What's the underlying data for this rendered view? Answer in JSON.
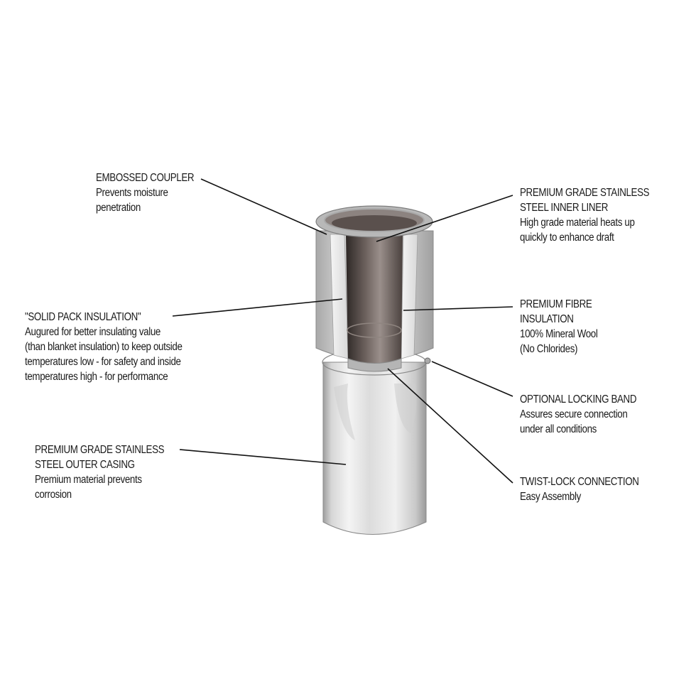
{
  "callouts": {
    "embossed_coupler": {
      "title": "EMBOSSED COUPLER",
      "desc": [
        "Prevents moisture",
        "penetration"
      ]
    },
    "inner_liner": {
      "title": [
        "PREMIUM GRADE STAINLESS",
        "STEEL INNER LINER"
      ],
      "desc": [
        "High grade material heats up",
        "quickly to enhance draft"
      ]
    },
    "solid_pack": {
      "title": "\"SOLID PACK INSULATION\"",
      "desc": [
        "Augured for better insulating value",
        "(than blanket insulation) to keep outside",
        "temperatures low - for safety and inside",
        "temperatures high - for performance"
      ]
    },
    "fibre_insulation": {
      "title": [
        "PREMIUM FIBRE",
        "INSULATION"
      ],
      "desc": [
        "100% Mineral Wool",
        "(No Chlorides)"
      ]
    },
    "locking_band": {
      "title": "OPTIONAL LOCKING BAND",
      "desc": [
        "Assures secure connection",
        "under all conditions"
      ]
    },
    "twist_lock": {
      "title": "TWIST-LOCK CONNECTION",
      "desc": [
        "Easy Assembly"
      ]
    },
    "outer_casing": {
      "title": [
        "PREMIUM GRADE STAINLESS",
        "STEEL OUTER CASING"
      ],
      "desc": [
        "Premium material prevents",
        "corrosion"
      ]
    }
  },
  "colors": {
    "text": "#1a1a1a",
    "leader_line": "#111111",
    "steel_light": "#e8e8e8",
    "steel_mid": "#bdbdbd",
    "liner_dark": "#5a4f4b",
    "insulation": "#ececec"
  }
}
